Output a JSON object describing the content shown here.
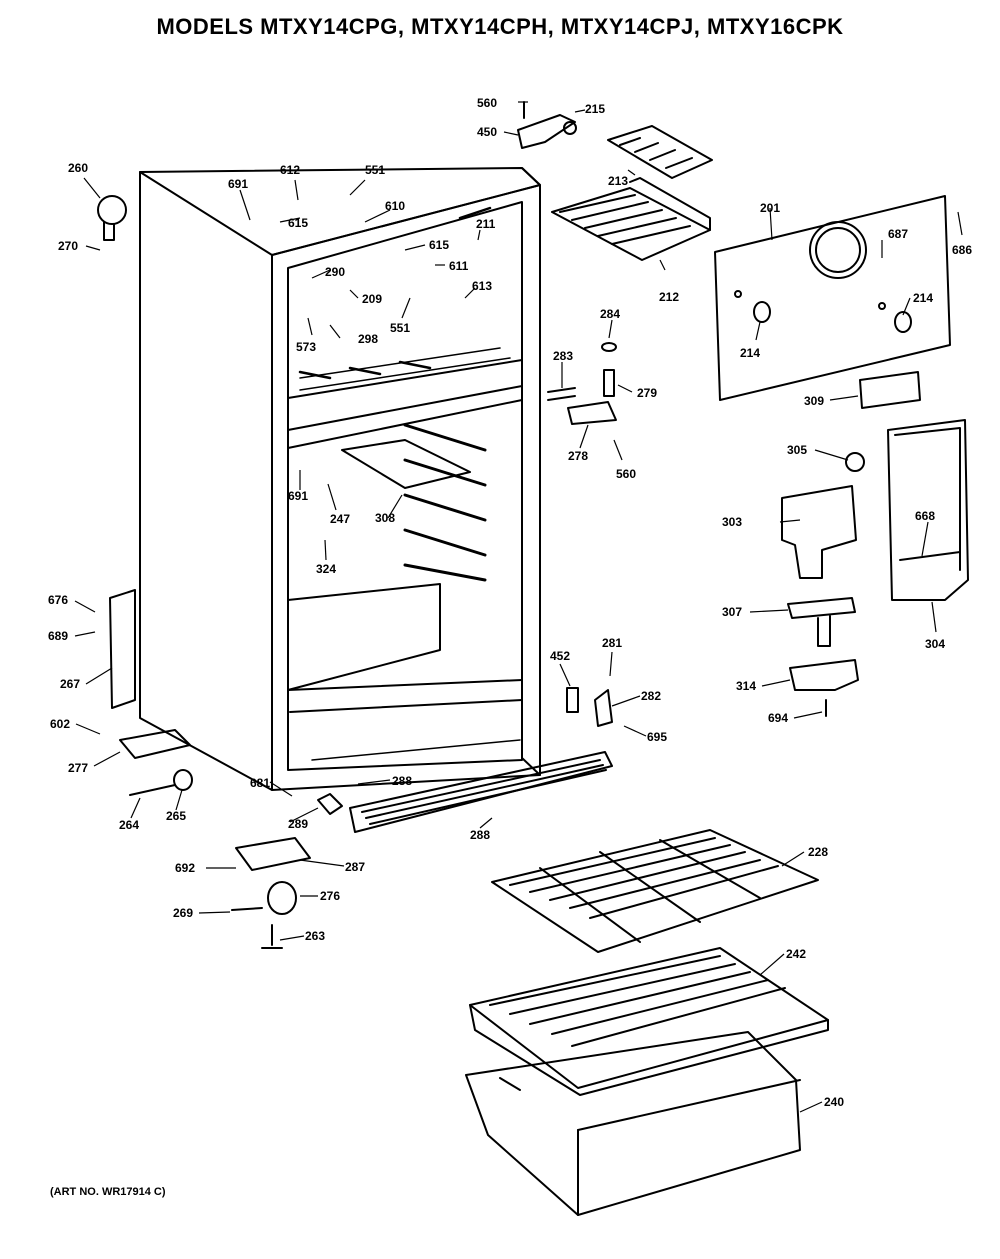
{
  "title": "MODELS MTXY14CPG, MTXY14CPH, MTXY14CPJ, MTXY16CPK",
  "art_number": "(ART NO. WR17914 C)",
  "colors": {
    "ink": "#000000",
    "paper": "#ffffff"
  },
  "labels": {
    "p560a": "560",
    "p215": "215",
    "p450": "450",
    "p213": "213",
    "p212": "212",
    "p201": "201",
    "p687": "687",
    "p686": "686",
    "p214a": "214",
    "p214b": "214",
    "p309": "309",
    "p260": "260",
    "p270": "270",
    "p691a": "691",
    "p612": "612",
    "p551a": "551",
    "p615a": "615",
    "p610": "610",
    "p211": "211",
    "p615b": "615",
    "p611": "611",
    "p290": "290",
    "p209": "209",
    "p613": "613",
    "p551b": "551",
    "p573": "573",
    "p298": "298",
    "p284": "284",
    "p283": "283",
    "p279": "279",
    "p278": "278",
    "p560b": "560",
    "p305": "305",
    "p303": "303",
    "p668": "668",
    "p691b": "691",
    "p247": "247",
    "p308": "308",
    "p324": "324",
    "p307": "307",
    "p304": "304",
    "p676": "676",
    "p689": "689",
    "p267": "267",
    "p452": "452",
    "p281": "281",
    "p282": "282",
    "p314": "314",
    "p694": "694",
    "p695": "695",
    "p602": "602",
    "p277": "277",
    "p264": "264",
    "p265": "265",
    "p681": "681",
    "p289": "289",
    "p288a": "288",
    "p288b": "288",
    "p692": "692",
    "p287": "287",
    "p269": "269",
    "p276": "276",
    "p263": "263",
    "p228": "228",
    "p242": "242",
    "p240": "240"
  }
}
